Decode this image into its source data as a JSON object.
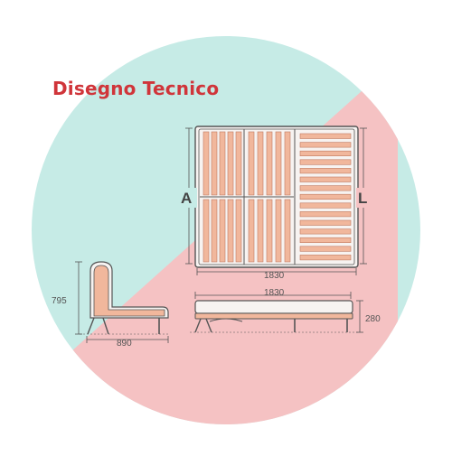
{
  "title": "Disegno Tecnico",
  "labels": {
    "width_a": "A",
    "length_l": "L",
    "top_width": "1830",
    "front_width": "1830",
    "side_height": "795",
    "side_depth": "890",
    "front_height": "280"
  },
  "colors": {
    "title": "#d0353a",
    "teal_bg": "#c6ebe6",
    "pink_bg": "#f5c2c3",
    "slat_fill": "#f1b79c",
    "slat_stroke": "#c07b62",
    "frame": "#555555"
  }
}
